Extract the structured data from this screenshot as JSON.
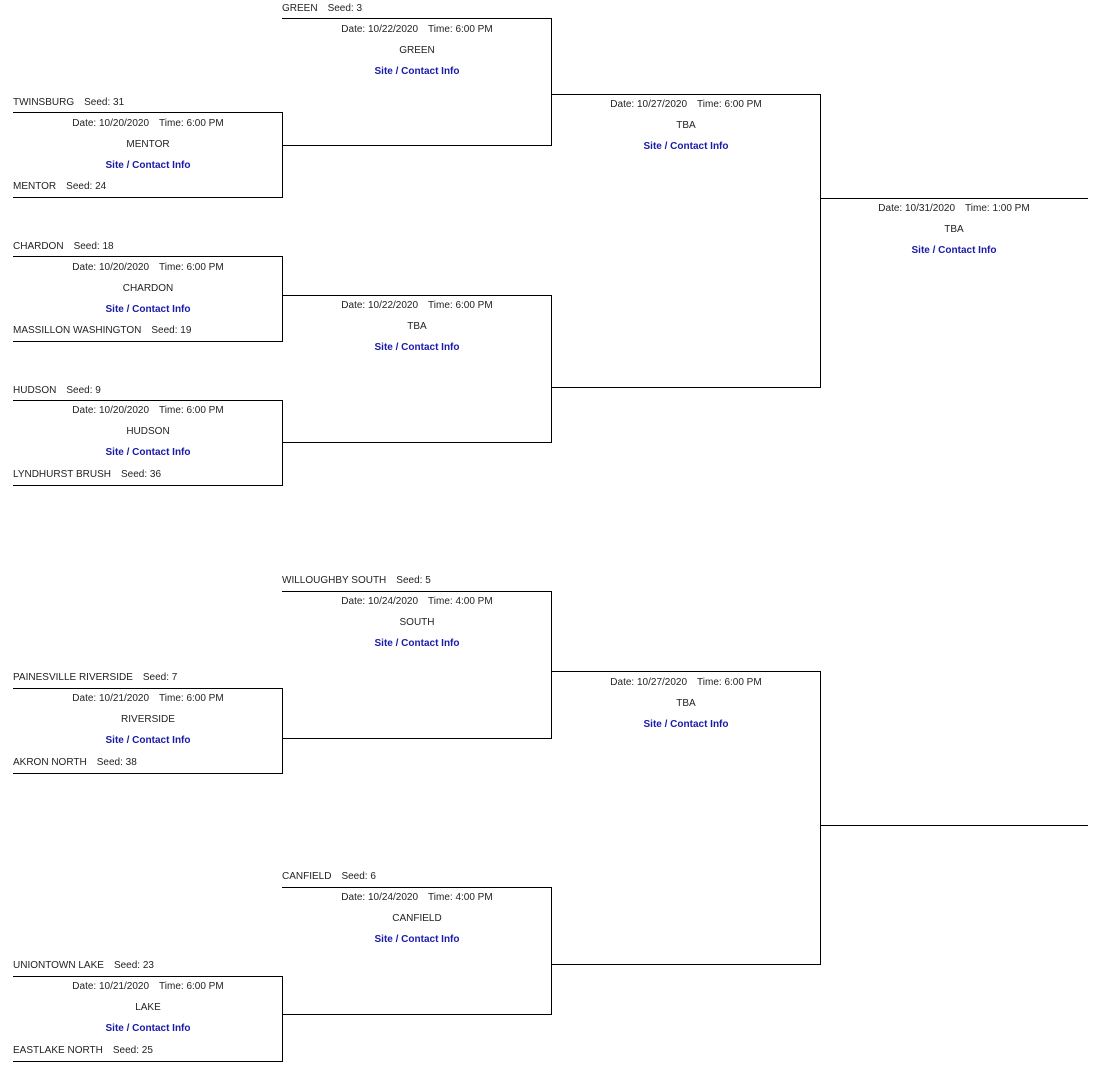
{
  "teams": [
    {
      "name": "GREEN",
      "seed": "Seed: 3"
    },
    {
      "name": "TWINSBURG",
      "seed": "Seed: 31"
    },
    {
      "name": "MENTOR",
      "seed": "Seed: 24"
    },
    {
      "name": "CHARDON",
      "seed": "Seed: 18"
    },
    {
      "name": "MASSILLON WASHINGTON",
      "seed": "Seed: 19"
    },
    {
      "name": "HUDSON",
      "seed": "Seed: 9"
    },
    {
      "name": "LYNDHURST BRUSH",
      "seed": "Seed: 36"
    },
    {
      "name": "WILLOUGHBY SOUTH",
      "seed": "Seed: 5"
    },
    {
      "name": "PAINESVILLE RIVERSIDE",
      "seed": "Seed: 7"
    },
    {
      "name": "AKRON NORTH",
      "seed": "Seed: 38"
    },
    {
      "name": "CANFIELD",
      "seed": "Seed: 6"
    },
    {
      "name": "UNIONTOWN LAKE",
      "seed": "Seed: 23"
    },
    {
      "name": "EASTLAKE NORTH",
      "seed": "Seed: 25"
    }
  ],
  "games": [
    {
      "date": "Date: 10/22/2020",
      "time": "Time: 6:00 PM",
      "site": "GREEN",
      "link": "Site / Contact Info"
    },
    {
      "date": "Date: 10/20/2020",
      "time": "Time: 6:00 PM",
      "site": "MENTOR",
      "link": "Site / Contact Info"
    },
    {
      "date": "Date: 10/20/2020",
      "time": "Time: 6:00 PM",
      "site": "CHARDON",
      "link": "Site / Contact Info"
    },
    {
      "date": "Date: 10/20/2020",
      "time": "Time: 6:00 PM",
      "site": "HUDSON",
      "link": "Site / Contact Info"
    },
    {
      "date": "Date: 10/22/2020",
      "time": "Time: 6:00 PM",
      "site": "TBA",
      "link": "Site / Contact Info"
    },
    {
      "date": "Date: 10/27/2020",
      "time": "Time: 6:00 PM",
      "site": "TBA",
      "link": "Site / Contact Info"
    },
    {
      "date": "Date: 10/31/2020",
      "time": "Time: 1:00 PM",
      "site": "TBA",
      "link": "Site / Contact Info"
    },
    {
      "date": "Date: 10/24/2020",
      "time": "Time: 4:00 PM",
      "site": "SOUTH",
      "link": "Site / Contact Info"
    },
    {
      "date": "Date: 10/21/2020",
      "time": "Time: 6:00 PM",
      "site": "RIVERSIDE",
      "link": "Site / Contact Info"
    },
    {
      "date": "Date: 10/27/2020",
      "time": "Time: 6:00 PM",
      "site": "TBA",
      "link": "Site / Contact Info"
    },
    {
      "date": "Date: 10/24/2020",
      "time": "Time: 4:00 PM",
      "site": "CANFIELD",
      "link": "Site / Contact Info"
    },
    {
      "date": "Date: 10/21/2020",
      "time": "Time: 6:00 PM",
      "site": "LAKE",
      "link": "Site / Contact Info"
    }
  ]
}
